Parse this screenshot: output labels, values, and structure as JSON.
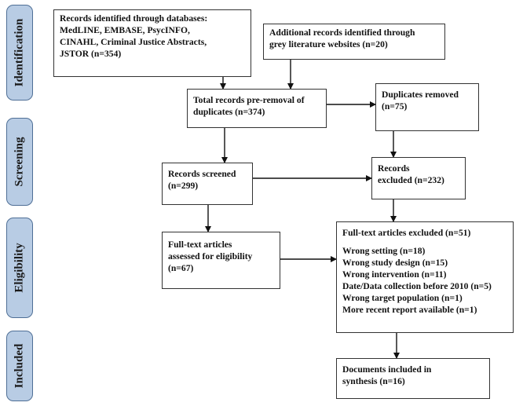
{
  "stages": {
    "identification": "Identification",
    "screening": "Screening",
    "eligibility": "Eligibility",
    "included": "Included"
  },
  "boxes": {
    "databases": [
      "Records identified through databases:",
      "MedLINE, EMBASE, PsycINFO,",
      "CINAHL, Criminal Justice Abstracts,",
      "JSTOR (n=354)"
    ],
    "grey_lit": [
      "Additional records identified through",
      "grey literature websites (n=20)"
    ],
    "total": [
      "Total records pre-removal of",
      "duplicates (n=374)"
    ],
    "duplicates": [
      "Duplicates removed",
      "(n=75)"
    ],
    "screened": [
      "Records screened",
      "(n=299)"
    ],
    "excluded": [
      "Records",
      "excluded (n=232)"
    ],
    "fulltext": [
      "Full-text articles",
      "assessed for eligibility",
      "(n=67)"
    ],
    "fulltext_excluded": {
      "title": "Full-text articles excluded (n=51)",
      "reasons": [
        "Wrong setting (n=18)",
        "Wrong study design (n=15)",
        "Wrong intervention (n=11)",
        "Date/Data collection before 2010 (n=5)",
        "Wrong target population (n=1)",
        "More recent report available (n=1)"
      ]
    },
    "included": [
      "Documents included in",
      "synthesis (n=16)"
    ]
  }
}
